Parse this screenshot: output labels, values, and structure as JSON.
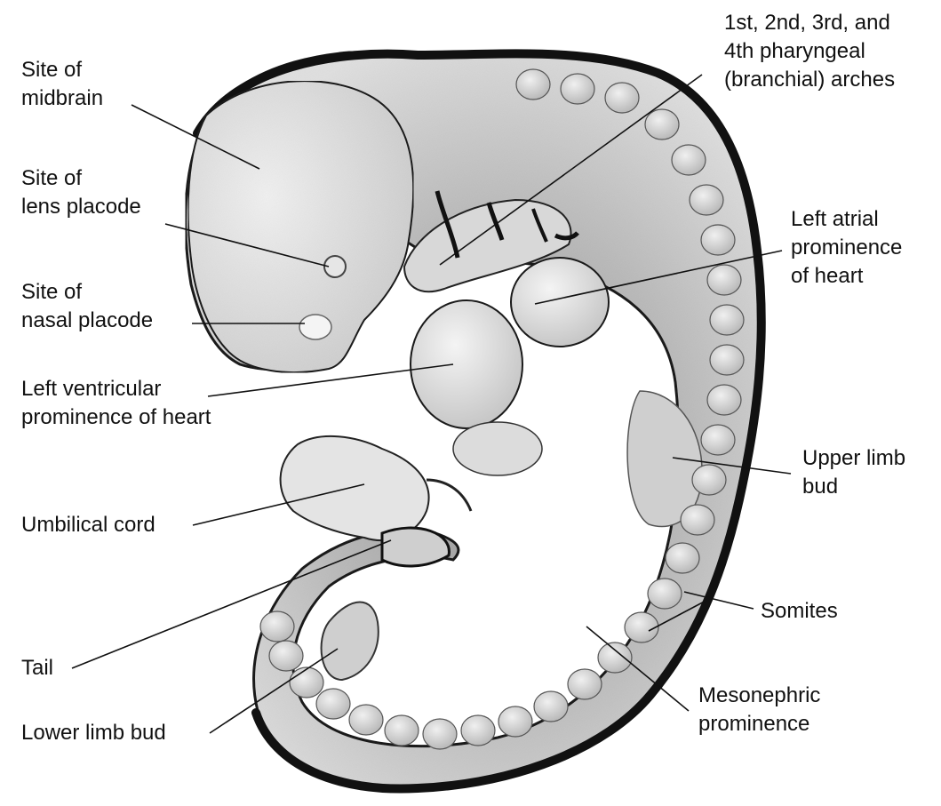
{
  "labels": {
    "midbrain": [
      "Site of",
      "midbrain"
    ],
    "lens": [
      "Site of",
      "lens placode"
    ],
    "nasal": [
      "Site of",
      "nasal placode"
    ],
    "ventricular": [
      "Left ventricular",
      "prominence of heart"
    ],
    "umbilical": [
      "Umbilical cord"
    ],
    "tail": [
      "Tail"
    ],
    "lower_limb": [
      "Lower limb bud"
    ],
    "arches": [
      "1st, 2nd, 3rd, and",
      "4th pharyngeal",
      "(branchial) arches"
    ],
    "atrial": [
      "Left atrial",
      "prominence",
      "of heart"
    ],
    "upper_limb": [
      "Upper limb",
      "bud"
    ],
    "somites": [
      "Somites"
    ],
    "mesonephric": [
      "Mesonephric",
      "prominence"
    ]
  },
  "colors": {
    "ink": "#111111",
    "embryo_light": "#e9e9e9",
    "embryo_mid": "#c9c9c9",
    "embryo_dark": "#8a8a8a",
    "outline": "#1a1a1a"
  }
}
